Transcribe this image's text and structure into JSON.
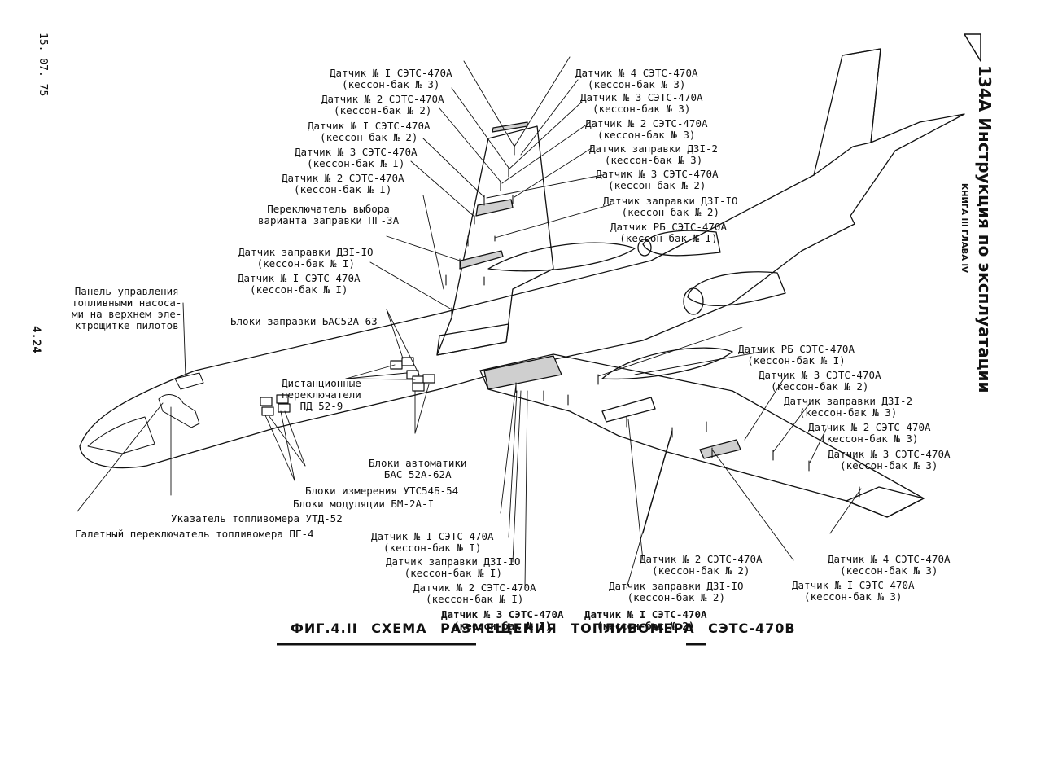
{
  "margin": {
    "date": "15. 07. 75",
    "page_number": "4.24",
    "book_title": "134А Инструкция по эксплуатации",
    "book_sub": "КНИГА  III   ГЛАВА  IV"
  },
  "caption": "ФИГ.4.II  СХЕМА  РАЗМЕЩЕНИЯ  ТОПЛИВОМЕРА  СЭТС-470В",
  "labels": {
    "l1a": "Датчик № I СЭТС-470А",
    "l1b": "(кессон-бак № 3)",
    "l2a": "Датчик № 2 СЭТС-470А",
    "l2b": "(кессон-бак № 2)",
    "l3a": "Датчик № I СЭТС-470А",
    "l3b": "(кессон-бак № 2)",
    "l4a": "Датчик № 3 СЭТС-470А",
    "l4b": "(кессон-бак № I)",
    "l5a": "Датчик № 2 СЭТС-470А",
    "l5b": "(кессон-бак № I)",
    "l6a": "Переключатель выбора",
    "l6b": "варианта заправки ПГ-3А",
    "l7a": "Датчик заправки ДЗI-IO",
    "l7b": "(кессон-бак № I)",
    "l8a": "Датчик № I СЭТС-470А",
    "l8b": "(кессон-бак № I)",
    "l9": "Блоки заправки БАС52А-63",
    "l10a": "Панель управления",
    "l10b": "топливными насоса-",
    "l10c": "ми на верхнем эле-",
    "l10d": "ктрощитке пилотов",
    "l11a": "Дистанционные",
    "l11b": "переключатели",
    "l11c": "ПД 52-9",
    "l12a": "Блоки автоматики",
    "l12b": "БАС 52А-62А",
    "l13": "Блоки измерения УТС54Б-54",
    "l14": "Блоки модуляции БМ-2А-I",
    "l15": "Указатель топливомера УТД-52",
    "l16": "Галетный переключатель топливомера ПГ-4",
    "r1a": "Датчик № 4 СЭТС-470А",
    "r1b": "(кессон-бак № 3)",
    "r2a": "Датчик № 3 СЭТС-470А",
    "r2b": "(кессон-бак № 3)",
    "r3a": "Датчик № 2 СЭТС-470А",
    "r3b": "(кессон-бак № 3)",
    "r4a": "Датчик заправки ДЗI-2",
    "r4b": "(кессон-бак № 3)",
    "r5a": "Датчик № 3 СЭТС-470А",
    "r5b": "(кессон-бак № 2)",
    "r6a": "Датчик заправки ДЗI-IO",
    "r6b": "(кессон-бак № 2)",
    "r7a": "Датчик РБ СЭТС-470А",
    "r7b": "(кессон-бак № I)",
    "w1a": "Датчик РБ СЭТС-470А",
    "w1b": "(кессон-бак № I)",
    "w2a": "Датчик № 3 СЭТС-470А",
    "w2b": "(кессон-бак № 2)",
    "w3a": "Датчик заправки ДЗI-2",
    "w3b": "(кессон-бак № 3)",
    "w4a": "Датчик № 2 СЭТС-470А",
    "w4b": "(кессон-бак № 3)",
    "w5a": "Датчик № 3 СЭТС-470А",
    "w5b": "(кессон-бак № 3)",
    "b1a": "Датчик № I СЭТС-470А",
    "b1b": "(кессон-бак № I)",
    "b2a": "Датчик заправки ДЗI-IO",
    "b2b": "(кессон-бак № I)",
    "b3a": "Датчик № 2 СЭТС-470А",
    "b3b": "(кессон-бак № I)",
    "b4a": "Датчик № 3 СЭТС-470А",
    "b4b": "(кессон-бак № I)",
    "b5a": "Датчик № I СЭТС-470А",
    "b5b": "(кессон-бак № 2)",
    "b6a": "Датчик заправки ДЗI-IO",
    "b6b": "(кессон-бак № 2)",
    "b7a": "Датчик № 2 СЭТС-470А",
    "b7b": "(кессон-бак № 2)",
    "b8a": "Датчик № I СЭТС-470А",
    "b8b": "(кессон-бак № 3)",
    "b9a": "Датчик № 4 СЭТС-470А",
    "b9b": "(кессон-бак № 3)"
  }
}
